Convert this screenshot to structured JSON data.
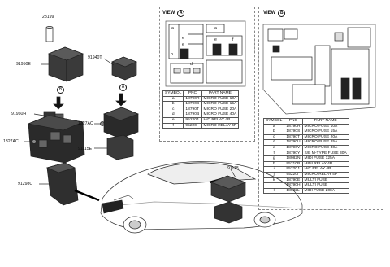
{
  "callouts": {
    "c28199": "28199",
    "c91950E": "91950E",
    "c91940T": "91940T",
    "c91950H": "91950H",
    "c1327AC_a": "1327AC",
    "c1327AC_b": "1327AC",
    "c91115E": "91115E",
    "c91298C": "91298C",
    "c91118": "91118",
    "badgeB": "B",
    "badgeA": "A"
  },
  "viewA": {
    "title": "VIEW",
    "badge": "A",
    "box_letters": [
      "a",
      "a",
      "e",
      "e",
      "b",
      "d",
      "e",
      "f"
    ],
    "headers": [
      "SYMBOL",
      "PNC",
      "PART NAME"
    ],
    "rows": [
      [
        "a",
        "18790R",
        "MICRO FUSE 10A"
      ],
      [
        "b",
        "18790S",
        "MICRO FUSE 15A"
      ],
      [
        "c",
        "18790T",
        "MICRO FUSE 20A"
      ],
      [
        "d",
        "18790B",
        "MICRO FUSE 40A"
      ],
      [
        "e",
        "95220J",
        "H/C RELAY 4P"
      ],
      [
        "f",
        "95220I",
        "MICRO RELAY 4P"
      ]
    ]
  },
  "viewB": {
    "title": "VIEW",
    "badge": "B",
    "headers": [
      "SYMBOL",
      "PNC",
      "PART NAME"
    ],
    "rows": [
      [
        "a",
        "18790R",
        "MICRO FUSE 10A"
      ],
      [
        "b",
        "18790S",
        "MICRO FUSE 15A"
      ],
      [
        "c",
        "18790T",
        "MICRO FUSE 20A"
      ],
      [
        "d",
        "18790U",
        "MICRO FUSE 25A"
      ],
      [
        "e",
        "18790V",
        "MICRO FUSE 30A"
      ],
      [
        "f",
        "18790Y",
        "S/B M-TYPE FUSE 30A"
      ],
      [
        "g",
        "18982N",
        "MIDI FUSE 125A"
      ],
      [
        "h",
        "95210B",
        "MINI RELAY 4P"
      ],
      [
        "i",
        "95220J",
        "H/C RELAY 4P"
      ],
      [
        "j",
        "95220I",
        "MICRO RELAY 4P"
      ],
      [
        "k",
        "18790E",
        "MULTI FUSE"
      ],
      [
        "",
        "18790H",
        "MULTI FUSE"
      ],
      [
        "l",
        "18982L",
        "MIDI FUSE 200A"
      ]
    ]
  }
}
